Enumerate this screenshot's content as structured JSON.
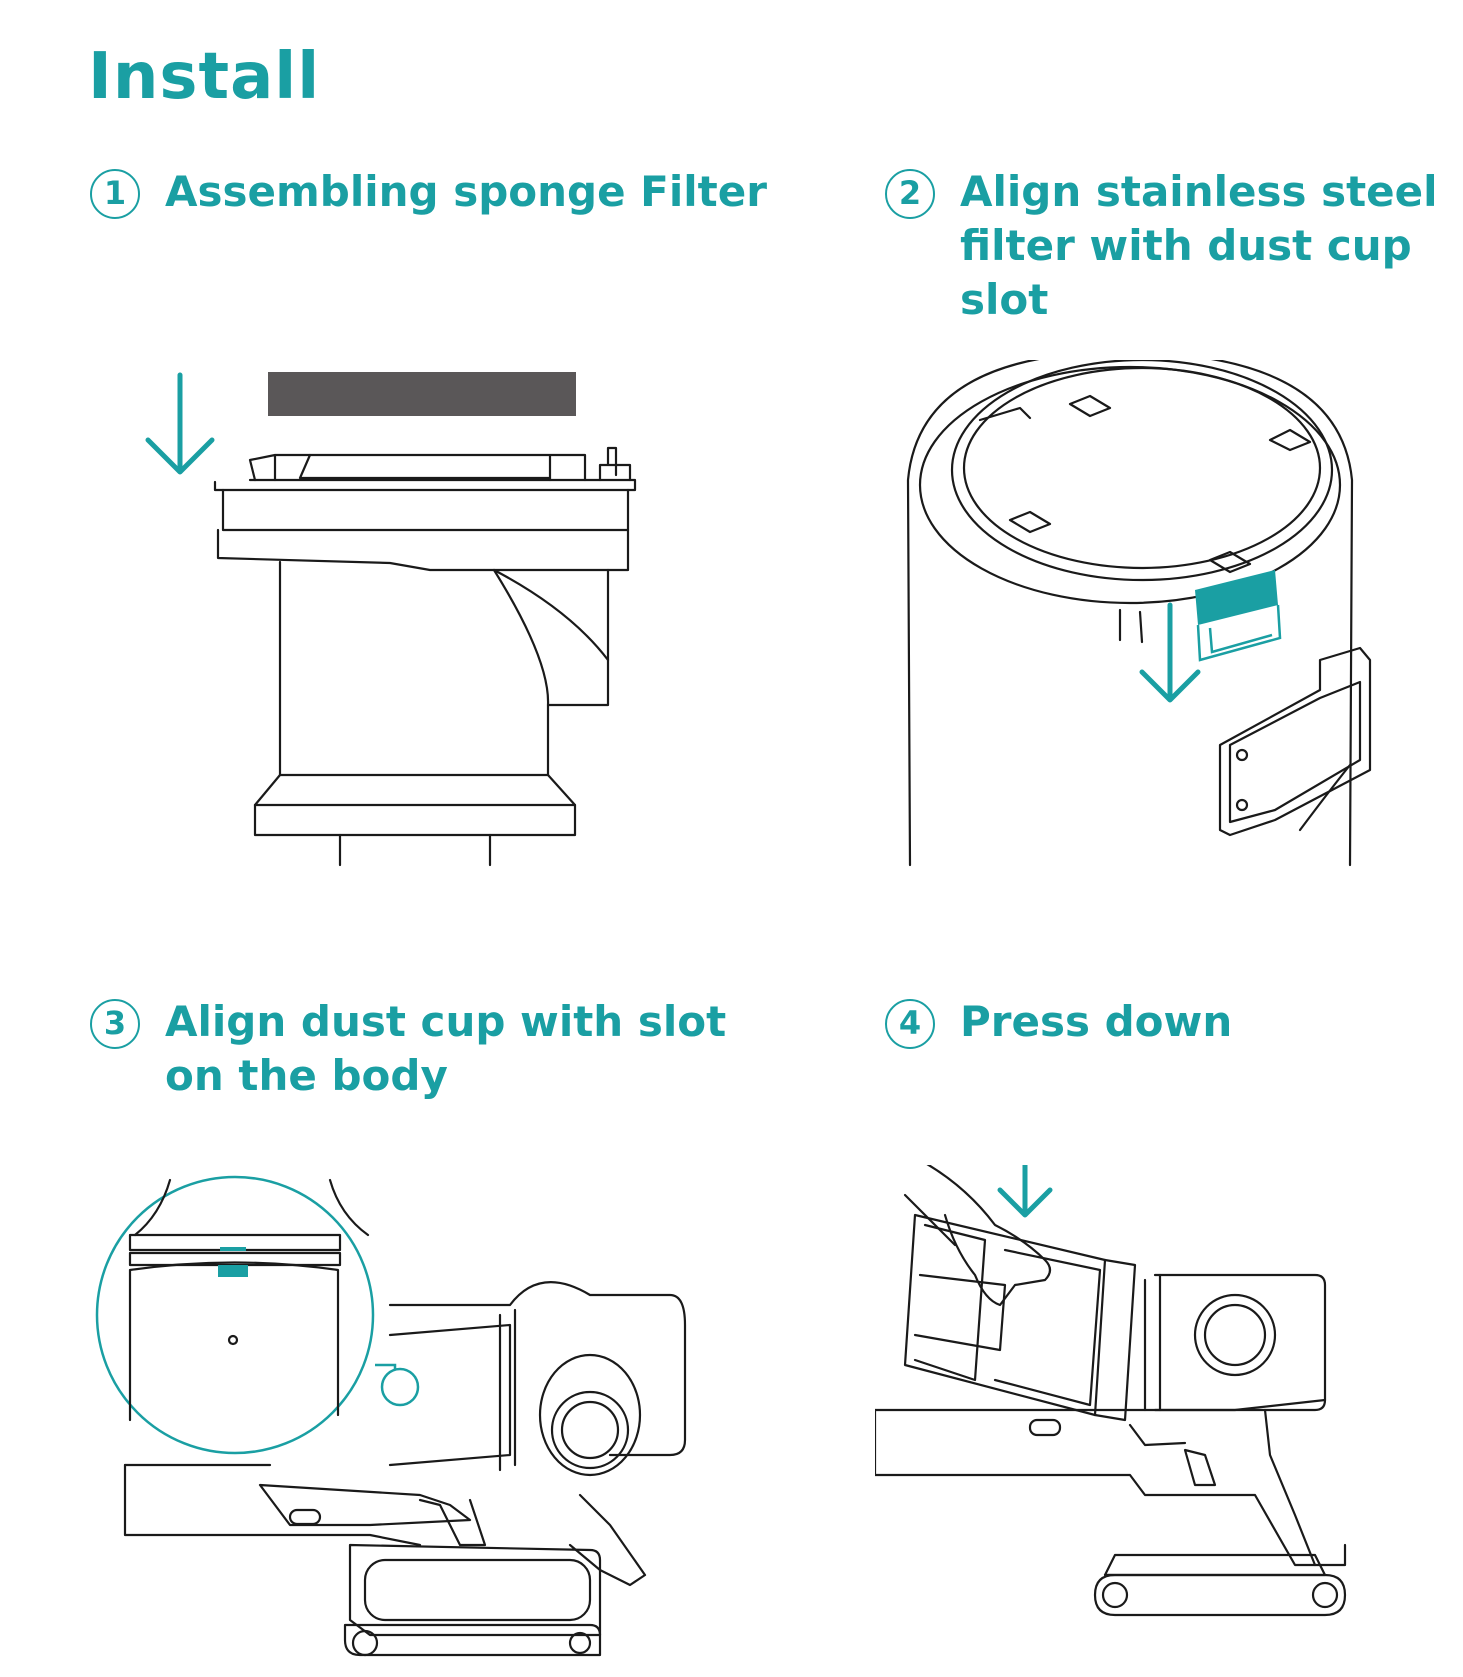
{
  "page": {
    "title": "Install"
  },
  "steps": [
    {
      "number": "1",
      "text": "Assembling sponge Filter"
    },
    {
      "number": "2",
      "text": "Align stainless steel\nfilter with dust cup\nslot"
    },
    {
      "number": "3",
      "text": "Align dust cup with slot\non the body"
    },
    {
      "number": "4",
      "text": "Press down"
    }
  ],
  "colors": {
    "accent": "#1a9fa3",
    "line": "#1a1a1a",
    "sponge": "#5a5758"
  },
  "icons": [
    "down-arrow-icon",
    "hand-icon"
  ]
}
